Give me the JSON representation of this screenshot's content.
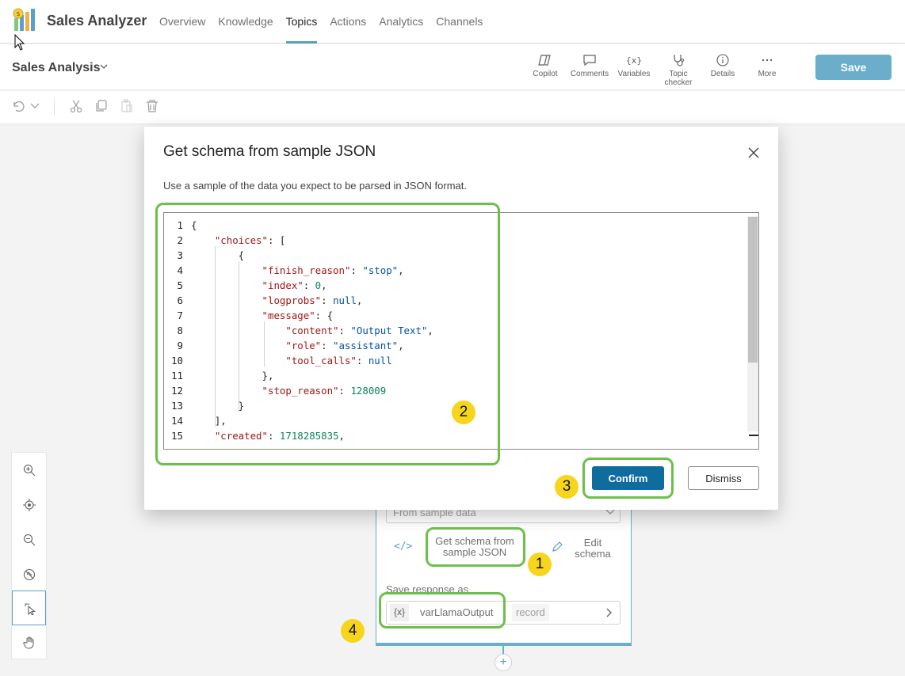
{
  "app": {
    "title": "Sales Analyzer",
    "logo_icon": "sales-analyzer-logo"
  },
  "nav": {
    "tabs": [
      {
        "label": "Overview",
        "active": false
      },
      {
        "label": "Knowledge",
        "active": false
      },
      {
        "label": "Topics",
        "active": true
      },
      {
        "label": "Actions",
        "active": false
      },
      {
        "label": "Analytics",
        "active": false
      },
      {
        "label": "Channels",
        "active": false
      }
    ]
  },
  "topic": {
    "title": "Sales Analysis"
  },
  "toolbar": {
    "tools": [
      {
        "label": "Copilot",
        "icon": "copilot-icon"
      },
      {
        "label": "Comments",
        "icon": "comment-icon"
      },
      {
        "label": "Variables",
        "icon": "variables-icon"
      },
      {
        "label": "Topic checker",
        "icon": "stethoscope-icon"
      },
      {
        "label": "Details",
        "icon": "info-icon"
      },
      {
        "label": "More",
        "icon": "more-icon"
      }
    ],
    "save_label": "Save"
  },
  "node": {
    "dropdown_value": "From sample data",
    "get_schema_label": "Get schema from sample JSON",
    "edit_schema_label": "Edit schema",
    "code_icon": "</>",
    "save_as_label": "Save response as",
    "var_chip": "{x}",
    "var_name": "varLlamaOutput",
    "var_type": "record",
    "add_label": "+"
  },
  "modal": {
    "title": "Get schema from sample JSON",
    "description": "Use a sample of the data you expect to be parsed in JSON format.",
    "confirm_label": "Confirm",
    "dismiss_label": "Dismiss",
    "code_lines": [
      {
        "n": "1",
        "t": "{"
      },
      {
        "n": "2",
        "t": "    \"choices\": ["
      },
      {
        "n": "3",
        "t": "        {"
      },
      {
        "n": "4",
        "t": "            \"finish_reason\": \"stop\","
      },
      {
        "n": "5",
        "t": "            \"index\": 0,"
      },
      {
        "n": "6",
        "t": "            \"logprobs\": null,"
      },
      {
        "n": "7",
        "t": "            \"message\": {"
      },
      {
        "n": "8",
        "t": "                \"content\": \"Output Text\","
      },
      {
        "n": "9",
        "t": "                \"role\": \"assistant\","
      },
      {
        "n": "10",
        "t": "                \"tool_calls\": null"
      },
      {
        "n": "11",
        "t": "            },"
      },
      {
        "n": "12",
        "t": "            \"stop_reason\": 128009"
      },
      {
        "n": "13",
        "t": "        }"
      },
      {
        "n": "14",
        "t": "    ],"
      },
      {
        "n": "15",
        "t": "    \"created\": 1718285835,"
      }
    ]
  },
  "annotations": {
    "b1": "1",
    "b2": "2",
    "b3": "3",
    "b4": "4"
  },
  "colors": {
    "accent": "#0f6c9f",
    "highlight": "#6cc04a",
    "badge": "#f7d51d"
  }
}
